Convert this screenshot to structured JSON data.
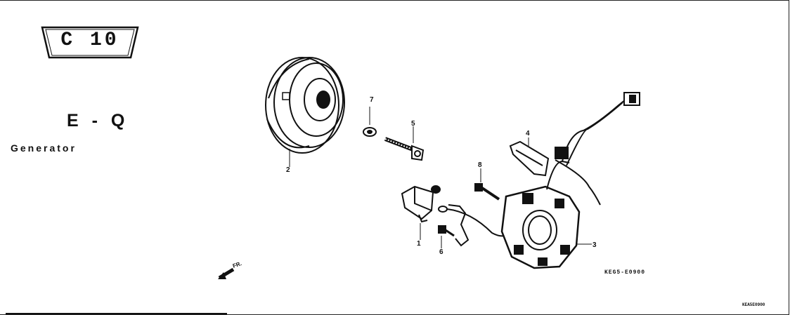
{
  "header": {
    "badge_label": "C 10",
    "section_code": "E - Q",
    "section_title": "Generator"
  },
  "callouts": [
    {
      "id": "1",
      "part": "pulse generator"
    },
    {
      "id": "2",
      "part": "flywheel"
    },
    {
      "id": "3",
      "part": "stator"
    },
    {
      "id": "4",
      "part": "wire clamp"
    },
    {
      "id": "5",
      "part": "flange bolt"
    },
    {
      "id": "6",
      "part": "bolt"
    },
    {
      "id": "7",
      "part": "washer"
    },
    {
      "id": "8",
      "part": "bolt"
    }
  ],
  "direction_indicator": "FR.",
  "reference_code": "KEG5-E0900",
  "corner_code": "KEA5E0900",
  "colors": {
    "ink": "#111111",
    "paper": "#ffffff"
  }
}
